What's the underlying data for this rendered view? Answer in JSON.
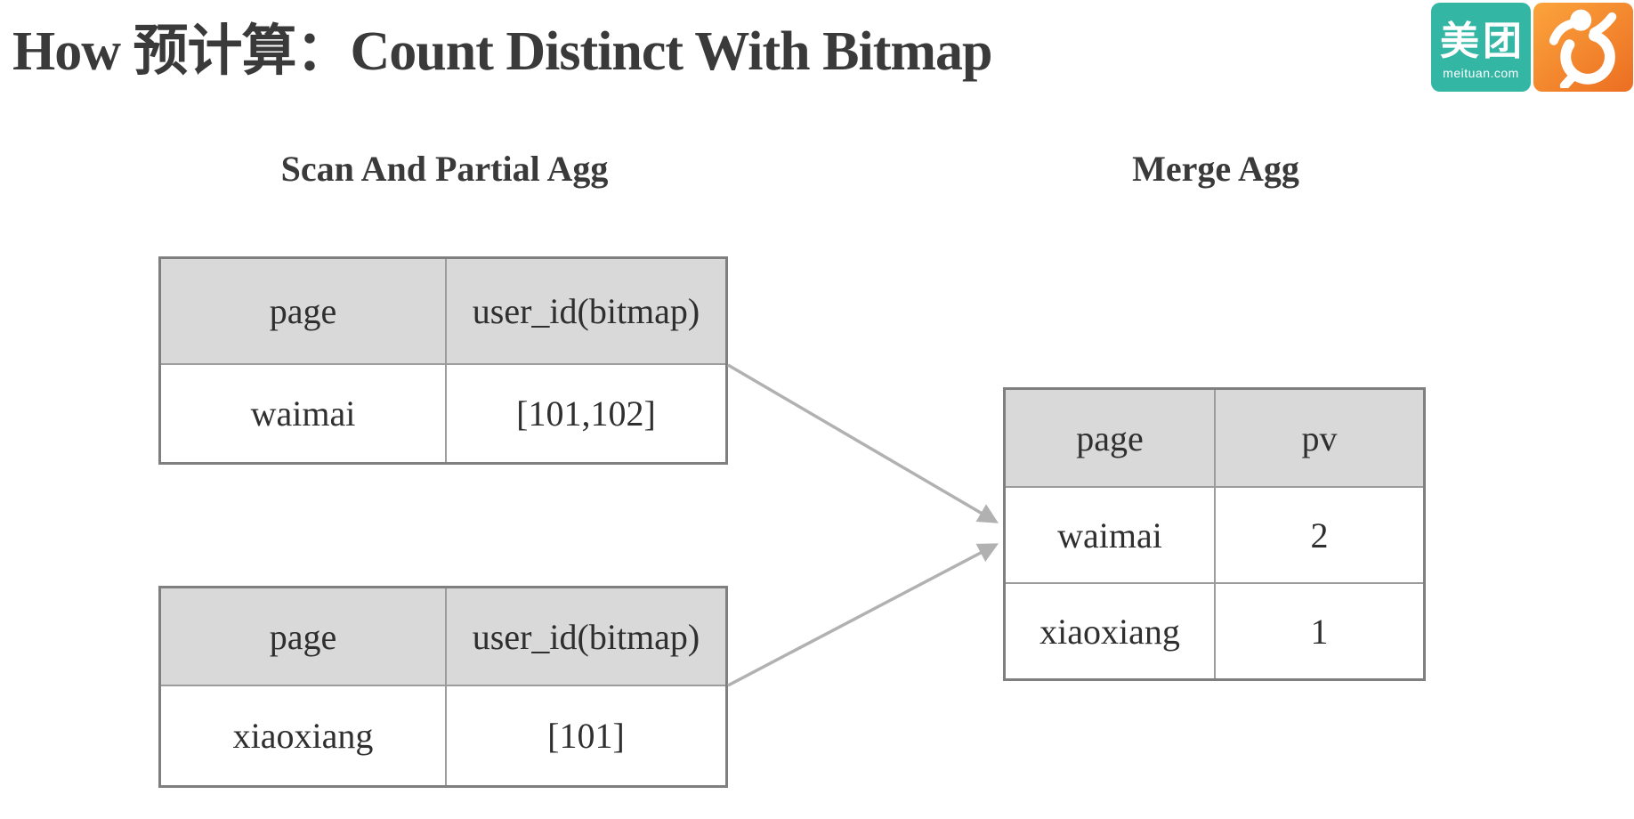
{
  "slide": {
    "title": "How 预计算：Count Distinct With Bitmap"
  },
  "headings": {
    "left": "Scan And Partial Agg",
    "right": "Merge Agg"
  },
  "tables": {
    "scan1": {
      "headers": [
        "page",
        "user_id(bitmap)"
      ],
      "rows": [
        [
          "waimai",
          "[101,102]"
        ]
      ]
    },
    "scan2": {
      "headers": [
        "page",
        "user_id(bitmap)"
      ],
      "rows": [
        [
          "xiaoxiang",
          "[101]"
        ]
      ]
    },
    "merge": {
      "headers": [
        "page",
        "pv"
      ],
      "rows": [
        [
          "waimai",
          "2"
        ],
        [
          "xiaoxiang",
          "1"
        ]
      ]
    }
  },
  "logo": {
    "cn": "美团",
    "domain": "meituan.com"
  },
  "colors": {
    "title": "#3a3a3a",
    "cell-text": "#2f2f2f",
    "header-bg": "#d9d9d9",
    "border-outer": "#7f7f7f",
    "border-inner": "#9c9c9c",
    "arrow": "#b1b1b1",
    "meituan-teal": "#34b6a4",
    "dp-orange-1": "#fba43c",
    "dp-orange-2": "#ec6e22"
  }
}
